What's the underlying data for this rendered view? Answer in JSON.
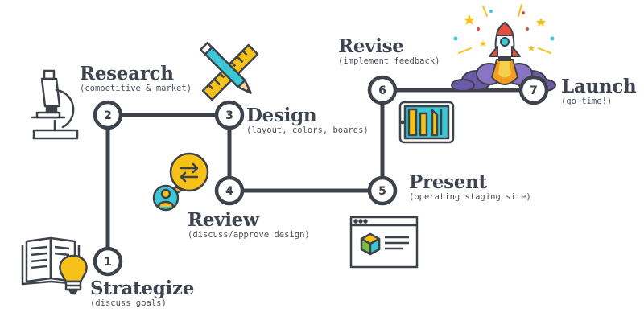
{
  "steps": [
    {
      "number": "1",
      "title": "Strategize",
      "subtitle": "(discuss goals)"
    },
    {
      "number": "2",
      "title": "Research",
      "subtitle": "(competitive & market)"
    },
    {
      "number": "3",
      "title": "Design",
      "subtitle": "(layout, colors, boards)"
    },
    {
      "number": "4",
      "title": "Review",
      "subtitle": "(discuss/approve design)"
    },
    {
      "number": "5",
      "title": "Present",
      "subtitle": "(operating staging site)"
    },
    {
      "number": "6",
      "title": "Revise",
      "subtitle": "(implement feedback)"
    },
    {
      "number": "7",
      "title": "Launch",
      "subtitle": "(go time!)"
    }
  ],
  "colors": {
    "line": "#3d424b",
    "node_fill": "#ffffff",
    "text": "#3f4550",
    "accent_yellow": "#f6c21a",
    "accent_teal": "#3cc7d6",
    "accent_green": "#7cc043",
    "accent_red": "#e64b3c",
    "accent_purple": "#6a5aa8"
  },
  "icons": [
    "book-lightbulb-icon",
    "microscope-icon",
    "ruler-pencil-icon",
    "user-chat-icon",
    "browser-window-icon",
    "tablet-tools-icon",
    "rocket-launch-icon"
  ]
}
